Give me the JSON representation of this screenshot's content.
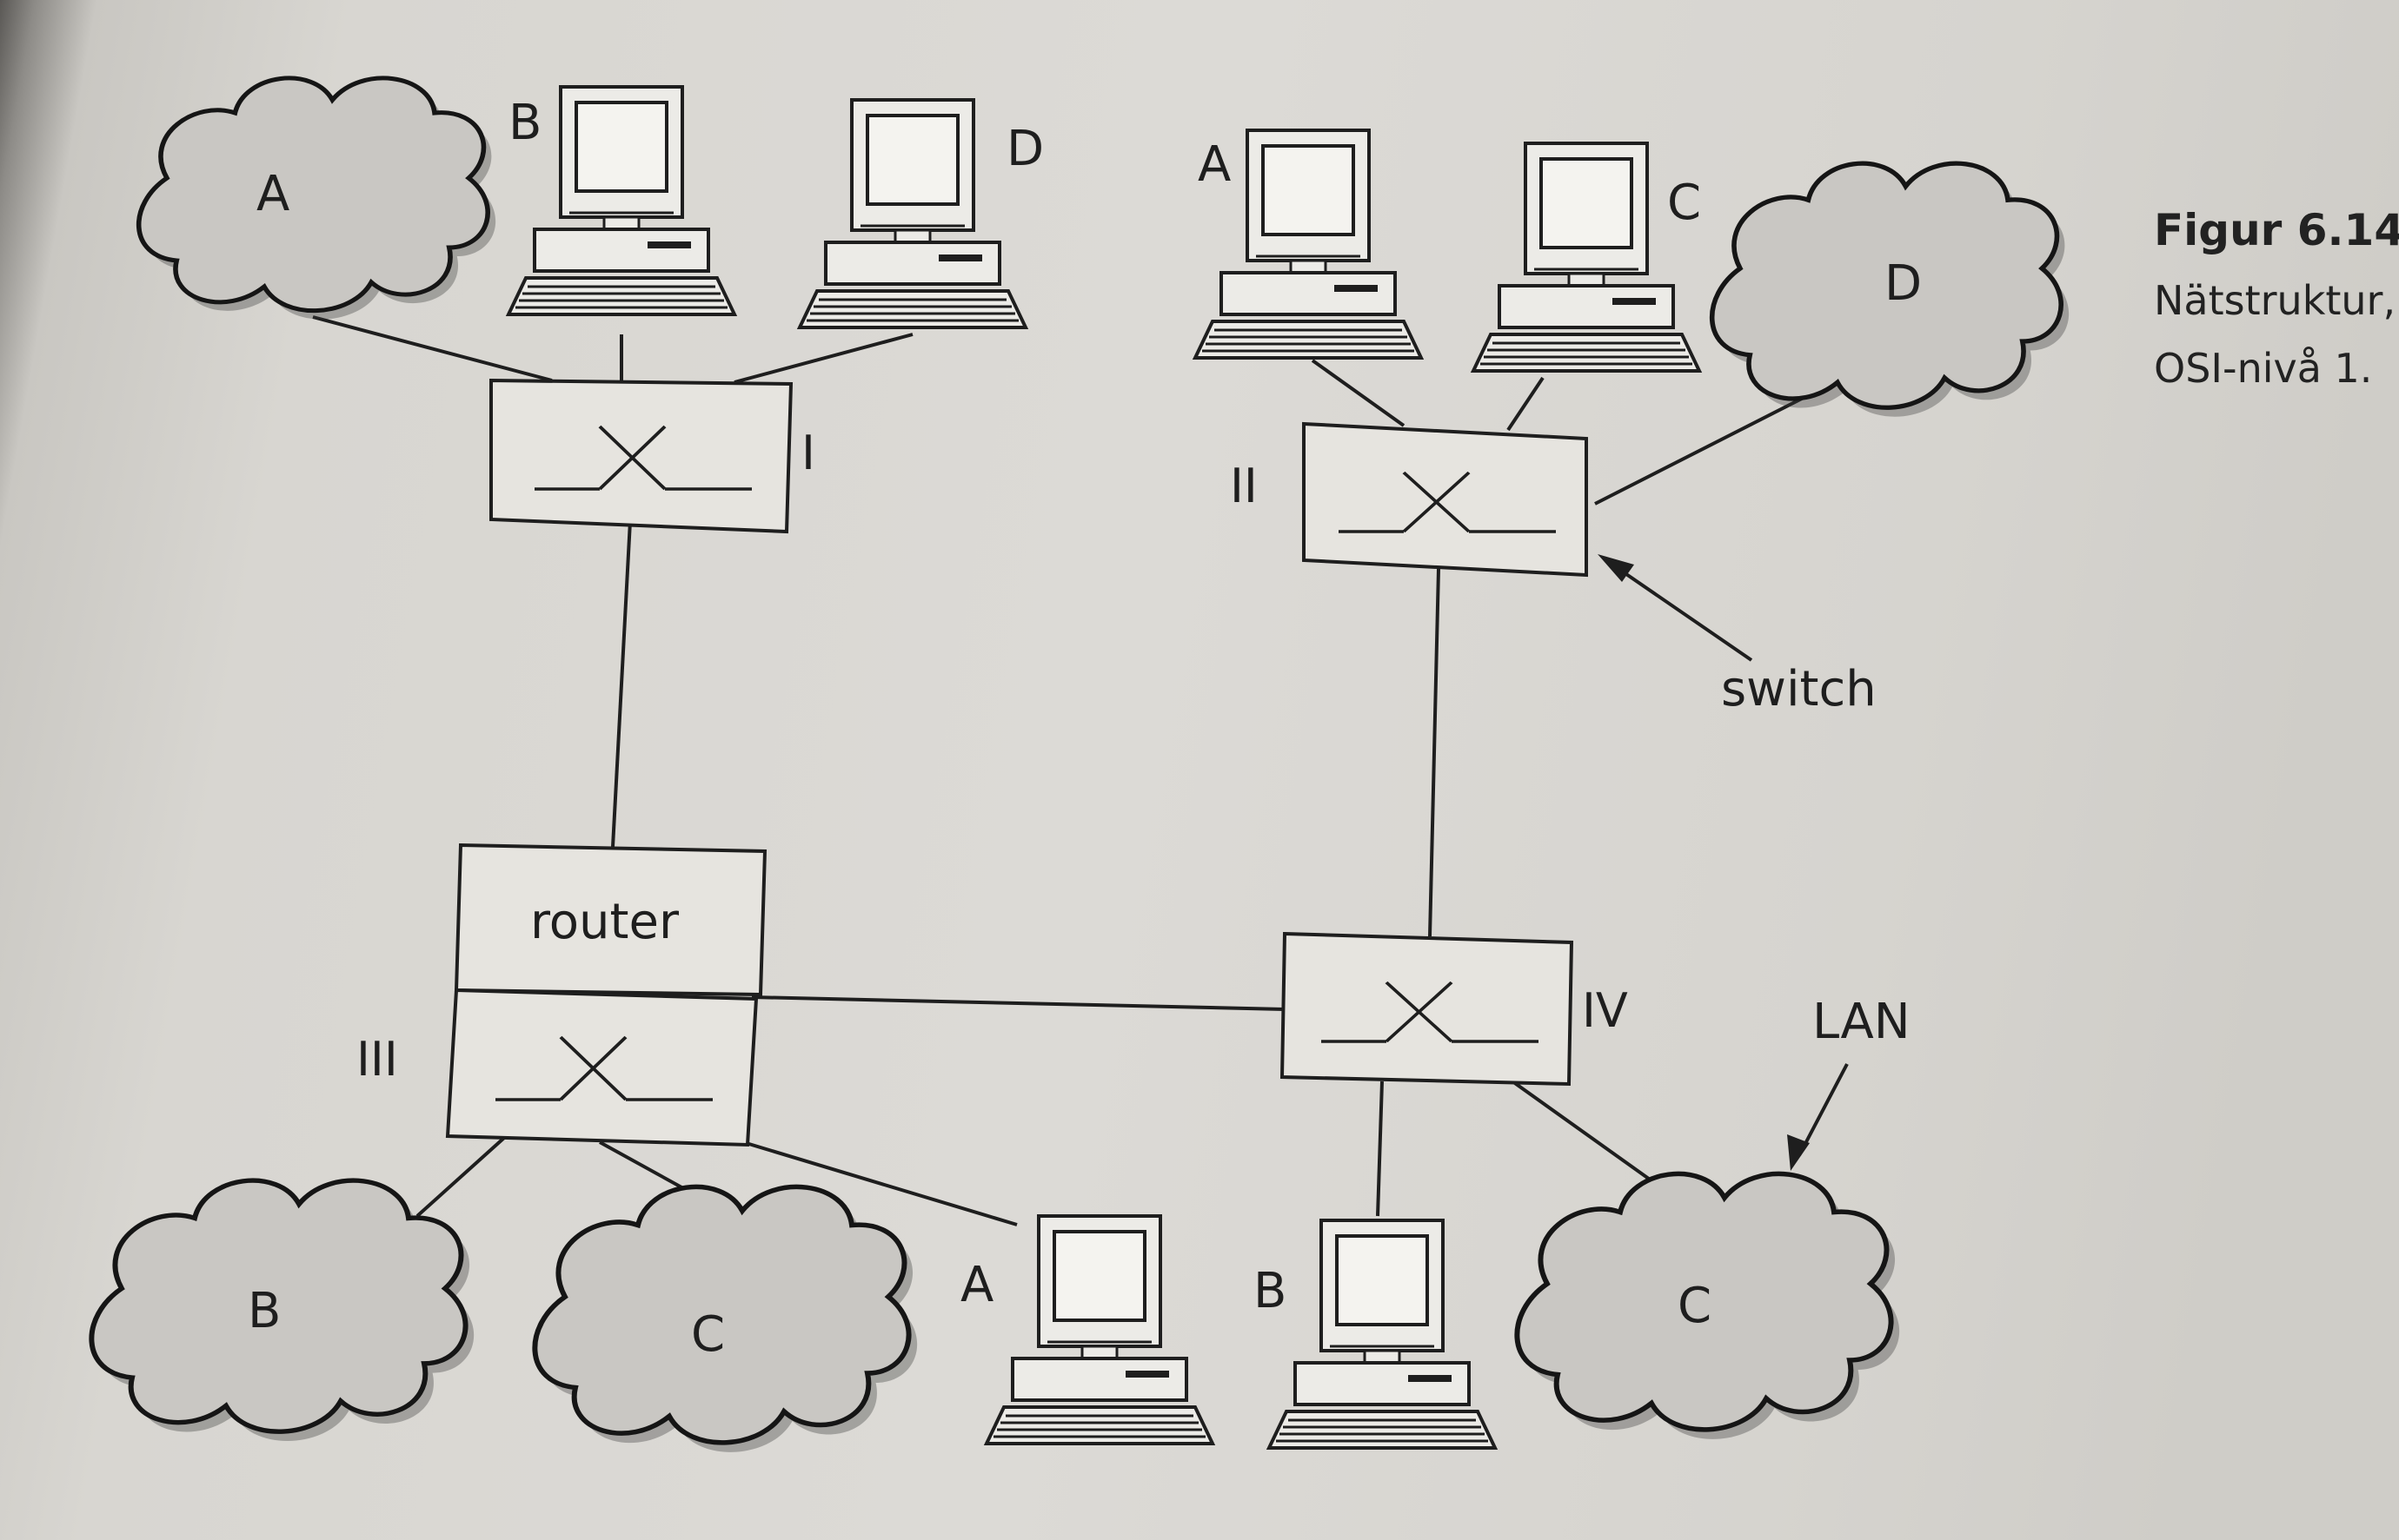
{
  "caption": {
    "title": "Figur 6.14",
    "line1": "Nätstruktur,",
    "line2": "OSI-nivå 1."
  },
  "switches": {
    "I": "I",
    "II": "II",
    "III": "III",
    "IV": "IV"
  },
  "router_label": "router",
  "annotations": {
    "switch": "switch",
    "lan": "LAN"
  },
  "nodes": {
    "cloud_a_top": "A",
    "pc_b_top": "B",
    "pc_d_top": "D",
    "pc_a_right": "A",
    "pc_c_right": "C",
    "cloud_d_right": "D",
    "cloud_b_bottom": "B",
    "cloud_c_bottom": "C",
    "pc_a_bottom": "A",
    "pc_b_bottom": "B",
    "cloud_c_right_bottom": "C"
  },
  "colors": {
    "line": "#1e1e1e",
    "cloud_fill": "#c9c7c3",
    "page": "#dcdad6"
  }
}
